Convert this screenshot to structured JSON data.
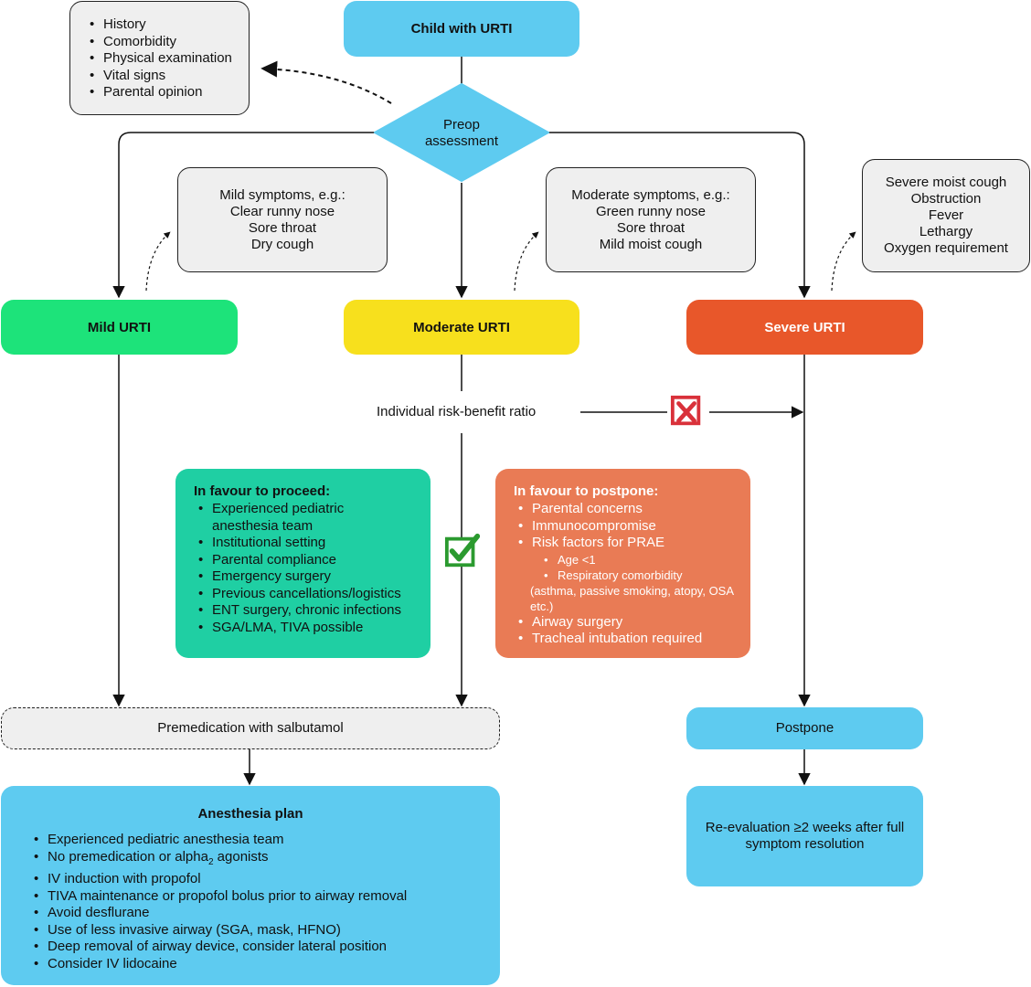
{
  "nodes": {
    "start": "Child with URTI",
    "assessment": "Preop\nassessment",
    "assessment_factors": [
      "History",
      "Comorbidity",
      "Physical examination",
      "Vital signs",
      "Parental opinion"
    ],
    "mild_symptoms": [
      "Mild symptoms, e.g.:",
      "Clear runny nose",
      "Sore throat",
      "Dry cough"
    ],
    "moderate_symptoms": [
      "Moderate symptoms, e.g.:",
      "Green runny nose",
      "Sore throat",
      "Mild moist cough"
    ],
    "severe_symptoms": [
      "Severe moist cough",
      "Obstruction",
      "Fever",
      "Lethargy",
      "Oxygen requirement"
    ],
    "mild": "Mild URTI",
    "moderate": "Moderate URTI",
    "severe": "Severe URTI",
    "risk_benefit": "Individual risk-benefit ratio",
    "proceed": {
      "title": "In favour to proceed:",
      "items": [
        "Experienced pediatric anesthesia team",
        "Institutional setting",
        "Parental compliance",
        "Emergency surgery",
        "Previous cancellations/logistics",
        "ENT surgery, chronic infections",
        "SGA/LMA, TIVA possible"
      ]
    },
    "postpone_factors": {
      "title": "In favour to postpone:",
      "items_a": [
        "Parental concerns",
        "Immunocompromise",
        "Risk factors for PRAE"
      ],
      "sub_items": [
        "Age <1",
        "Respiratory comorbidity"
      ],
      "note": "(asthma, passive smoking, atopy, OSA etc.)",
      "items_b": [
        "Airway surgery",
        "Tracheal intubation required"
      ]
    },
    "premedication": "Premedication with salbutamol",
    "plan": {
      "title": "Anesthesia plan",
      "items": [
        "Experienced pediatric anesthesia team",
        "No premedication or alpha",
        "IV induction with propofol",
        "TIVA maintenance or propofol bolus prior to airway removal",
        "Avoid desflurane",
        "Use of less invasive airway (SGA, mask, HFNO)",
        "Deep removal of airway device, consider lateral position",
        "Consider IV lidocaine"
      ],
      "alpha_subscript": "2",
      "alpha_suffix": " agonists"
    },
    "postpone": "Postpone",
    "reevaluation": "Re-evaluation ≥2 weeks after full symptom resolution"
  },
  "colors": {
    "blue": "#5ecbf0",
    "green": "#1de37a",
    "yellow": "#f7e01d",
    "orange_red": "#e8572a",
    "teal": "#1fcfa3",
    "salmon": "#e97b55",
    "grey": "#efefef",
    "check_green": "#2b9a2f",
    "cross_red": "#d9313a"
  },
  "icons": {
    "check": "check-icon",
    "cross": "cross-icon"
  }
}
